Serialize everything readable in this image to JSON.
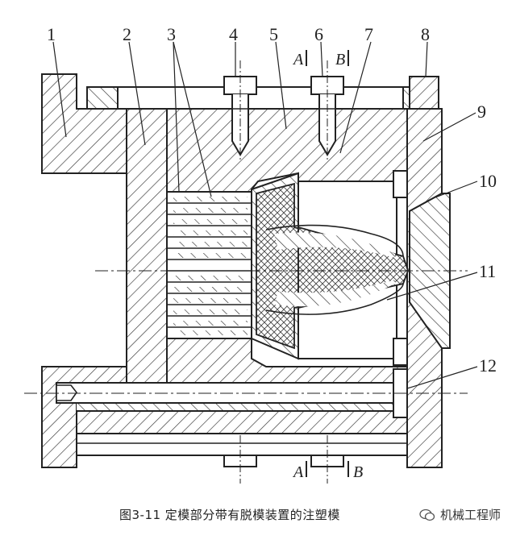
{
  "diagram": {
    "callouts": [
      "1",
      "2",
      "3",
      "4",
      "5",
      "6",
      "7",
      "8",
      "9",
      "10",
      "11",
      "12"
    ],
    "section_marks": {
      "a_top": "A",
      "b_top": "B",
      "a_bottom": "A",
      "b_bottom": "B"
    }
  },
  "caption": "图3-11  定模部分带有脱模装置的注塑模",
  "watermark": "机械工程师"
}
